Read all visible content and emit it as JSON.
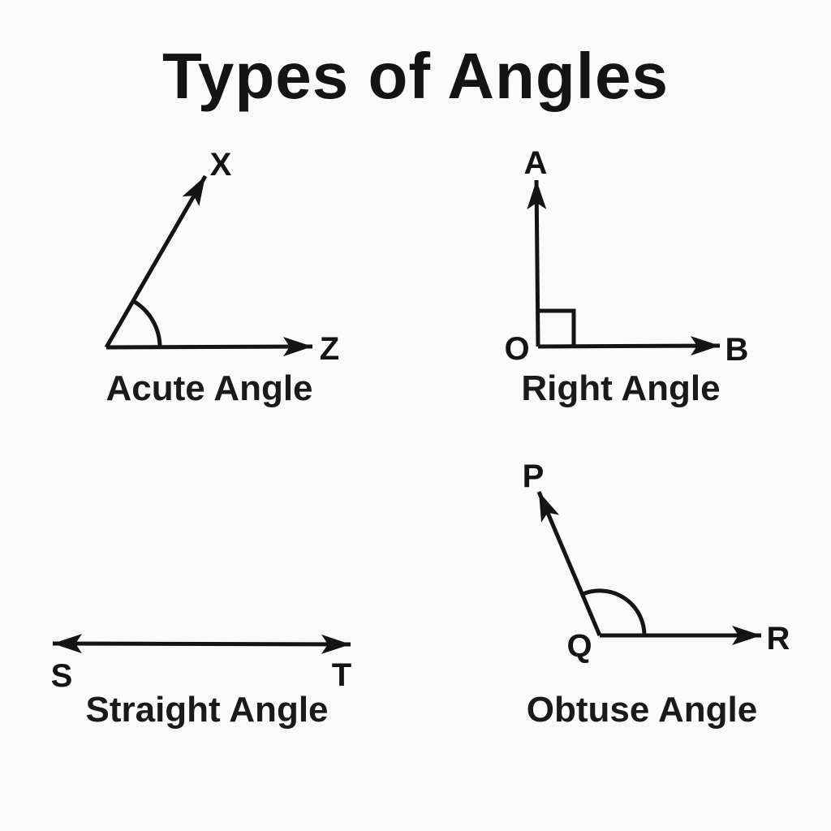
{
  "title": "Types of Angles",
  "colors": {
    "background": "#fafafa",
    "ink": "#141414"
  },
  "panels": {
    "acute": {
      "caption": "Acute Angle",
      "labels": {
        "x": "X",
        "z": "Z"
      }
    },
    "right": {
      "caption": "Right Angle",
      "labels": {
        "a": "A",
        "o": "O",
        "b": "B"
      }
    },
    "straight": {
      "caption": "Straight Angle",
      "labels": {
        "s": "S",
        "t": "T"
      }
    },
    "obtuse": {
      "caption": "Obtuse Angle",
      "labels": {
        "p": "P",
        "q": "Q",
        "r": "R"
      }
    }
  }
}
